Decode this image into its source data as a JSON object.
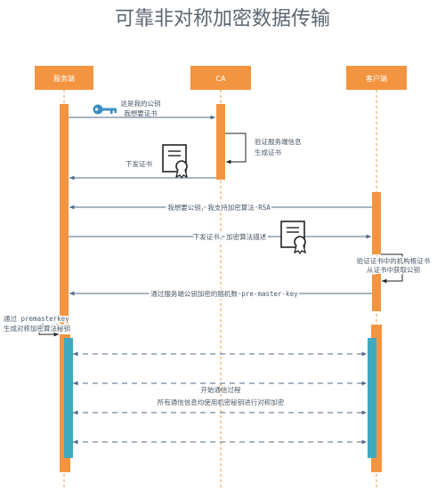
{
  "title": "可靠非对称加密数据传输",
  "participants": {
    "server": "服务端",
    "ca": "CA",
    "client": "客户端"
  },
  "messages": {
    "m1_line1": "这是我的公钥",
    "m1_line2": "我想要证书",
    "m2_line1": "验证服务端信息",
    "m2_line2": "生成证书",
    "m3": "下发证书",
    "m4": "我想要公钥，我支持加密算法 RSA",
    "m5": "下发证书、加密算法描述",
    "m6_line1": "验证证书中的机构根证书",
    "m6_line2": "从证书中获取公钥",
    "m7": "通过服务端公钥加密的随机数 pre-master-key",
    "m8_line1": "通过 premasterkey",
    "m8_line2": "生成对称加密算法秘钥",
    "m9_line1": "开始通信过程",
    "m9_line2": "所有通信信息均使用机密秘钥进行对称加密"
  },
  "icons": [
    "key-icon",
    "certificate-icon"
  ],
  "colors": {
    "orange": "#f29440",
    "teal": "#3fa9c0",
    "arrow": "#4f6b86",
    "lifeline": "#f29440"
  }
}
